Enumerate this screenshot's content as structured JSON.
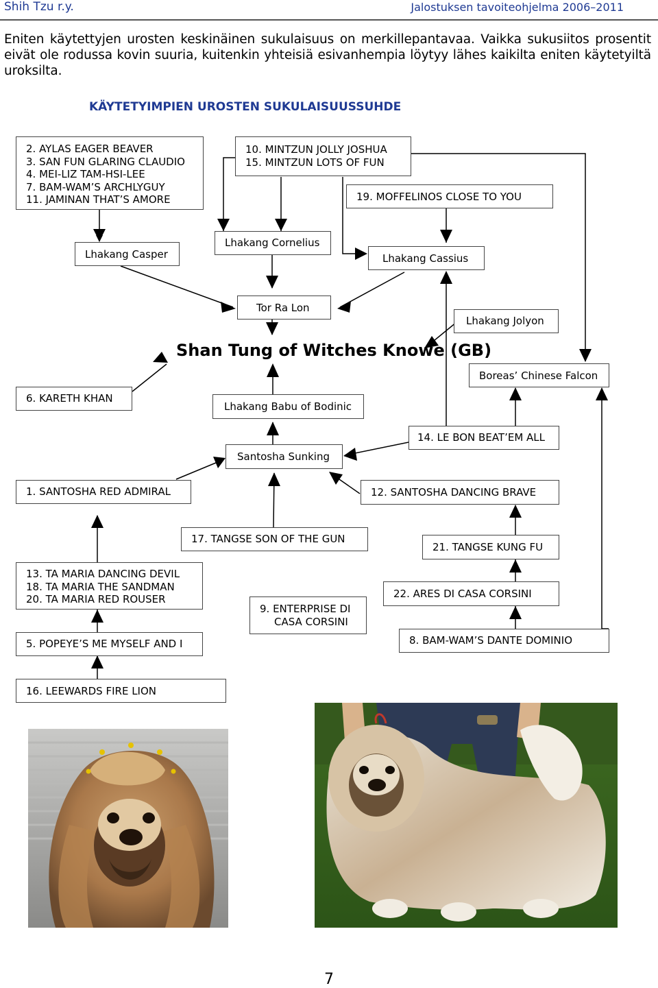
{
  "header": {
    "left": "Shih Tzu r.y.",
    "right": "Jalostuksen tavoiteohjelma 2006–2011"
  },
  "intro": "Eniten käytettyjen urosten keskinäinen sukulaisuus on merkillepantavaa. Vaikka sukusiitos prosentit eivät ole rodussa kovin suuria, kuitenkin yhteisiä esivanhempia löytyy lähes kaikilta eniten käytetyiltä uroksilta.",
  "chart_title": "KÄYTETYIMPIEN UROSTEN SUKULAISUUSSUHDE",
  "boxes": {
    "group_a": [
      "2. AYLAS EAGER BEAVER",
      "3. SAN FUN GLARING CLAUDIO",
      "4. MEI-LIZ TAM-HSI-LEE",
      "7. BAM-WAM’S ARCHLYGUY",
      "11. JAMINAN THAT’S AMORE"
    ],
    "group_b": [
      "10. MINTZUN JOLLY JOSHUA",
      "15. MINTZUN LOTS OF FUN"
    ],
    "moffelinos": "19. MOFFELINOS CLOSE TO YOU",
    "casper": "Lhakang Casper",
    "cornelius": "Lhakang Cornelius",
    "cassius": "Lhakang Cassius",
    "tor_ra_lon": "Tor Ra Lon",
    "jolyon": "Lhakang Jolyon",
    "shan_tung": "Shan Tung of Witches Knowe (GB)",
    "boreas": "Boreas’ Chinese Falcon",
    "kareth": "6. KARETH KHAN",
    "babu": "Lhakang Babu of Bodinic",
    "le_bon": "14. LE BON BEAT’EM ALL",
    "sunking": "Santosha Sunking",
    "red_admiral": "1. SANTOSHA RED ADMIRAL",
    "dancing_brave": "12. SANTOSHA DANCING BRAVE",
    "tangse_gun": "17. TANGSE SON OF THE GUN",
    "kung_fu": "21. TANGSE KUNG FU",
    "ta_maria": [
      "13. TA MARIA DANCING DEVIL",
      "18. TA MARIA THE SANDMAN",
      "20. TA MARIA RED ROUSER"
    ],
    "enterprise": [
      "9. ENTERPRISE DI",
      "CASA CORSINI"
    ],
    "ares": "22. ARES DI CASA CORSINI",
    "popeye": "5. POPEYE’S ME MYSELF AND I",
    "dominio": "8. BAM-WAM’S DANTE DOMINIO",
    "leewards": "16. LEEWARDS FIRE LION"
  },
  "page_number": "7",
  "colors": {
    "heading_blue": "#1f3a93",
    "box_border": "#444444",
    "arrow": "#000000"
  }
}
